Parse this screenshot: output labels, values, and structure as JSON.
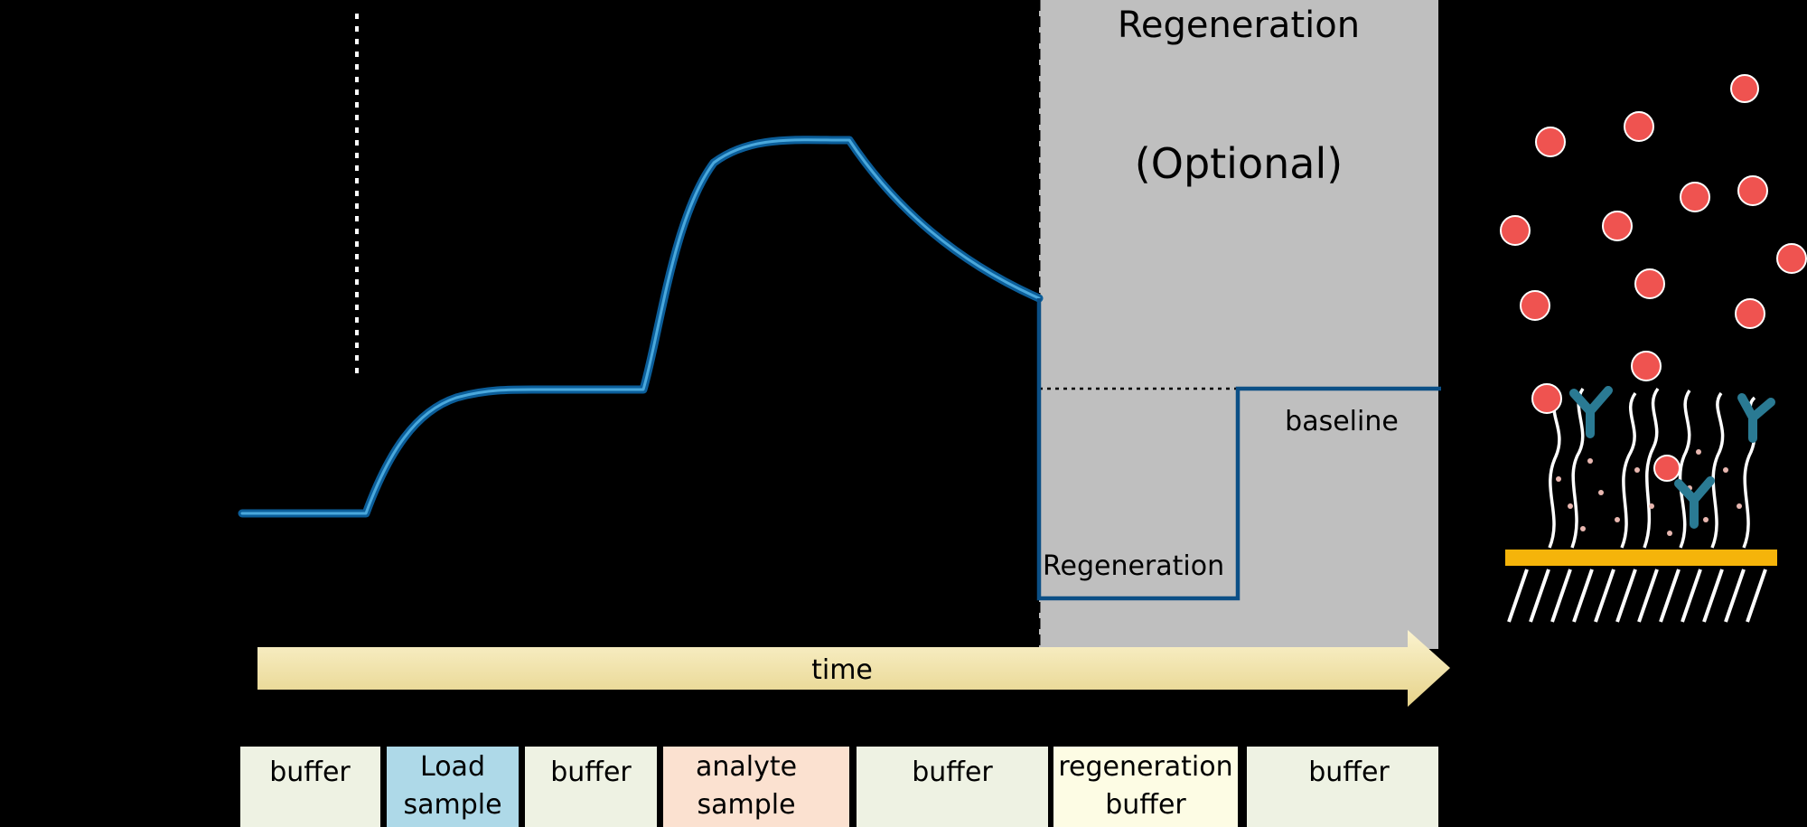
{
  "regeneration_panel": {
    "title": "Regeneration",
    "subtitle": "(Optional)",
    "background_color": "#bfbfbf"
  },
  "sensorgram": {
    "trace_color": "#0b5e9a",
    "trace_highlight_color": "#4aa8dc",
    "regeneration_label": "Regeneration",
    "baseline_label": "baseline"
  },
  "time_arrow": {
    "label": "time",
    "color_start": "#f7eec0",
    "color_end": "#e9d68a"
  },
  "steps": [
    {
      "label_line1": "buffer",
      "label_line2": "",
      "color": "#eef2e3"
    },
    {
      "label_line1": "Load",
      "label_line2": "sample",
      "color": "#aed9e8"
    },
    {
      "label_line1": "buffer",
      "label_line2": "",
      "color": "#eef2e3"
    },
    {
      "label_line1": "analyte",
      "label_line2": "sample",
      "color": "#fbe1d0"
    },
    {
      "label_line1": "buffer",
      "label_line2": "",
      "color": "#eef2e3"
    },
    {
      "label_line1": "regeneration",
      "label_line2": "buffer",
      "color": "#fdfce4"
    },
    {
      "label_line1": "buffer",
      "label_line2": "",
      "color": "#eef2e3"
    }
  ],
  "illustration": {
    "analyte_color": "#ef5350",
    "antibody_color": "#2a7a93",
    "surface_color": "#f5b40a"
  }
}
